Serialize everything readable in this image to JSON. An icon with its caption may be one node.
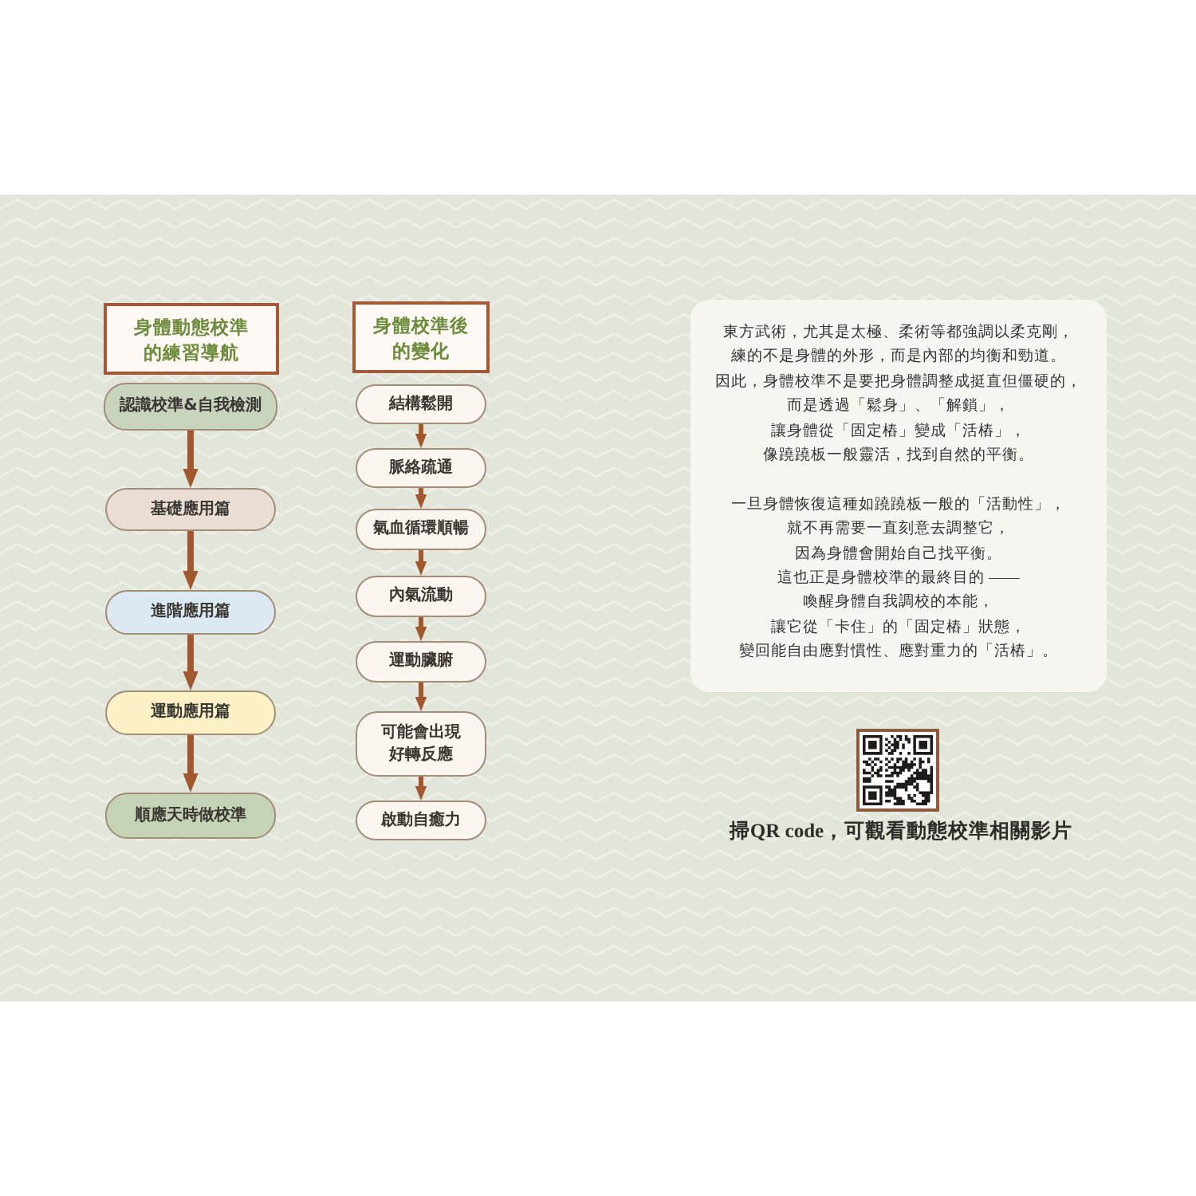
{
  "diagram": {
    "nodes": [
      {
        "text": [
          "身體動態校準的練習導航"
        ]
      },
      {
        "text": [
          "認識校準&自我檢測"
        ]
      },
      {
        "text": [
          "基礎應用篇"
        ]
      },
      {
        "text": [
          "進階應用篇"
        ]
      },
      {
        "text": [
          "運動應用篇"
        ]
      },
      {
        "text": [
          "順應天時做校準"
        ]
      },
      {
        "text": [
          "身體校準後的變化"
        ]
      },
      {
        "text": [
          "結構鬆開"
        ]
      },
      {
        "text": [
          "脈絡疏通"
        ]
      },
      {
        "text": [
          "氣血循環順暢"
        ]
      },
      {
        "text": [
          "內氣流動"
        ]
      },
      {
        "text": [
          "運動臟腑"
        ]
      },
      {
        "text": [
          "可能會出現好轉反應"
        ]
      },
      {
        "text": [
          "啟動自癒力"
        ]
      },
      {
        "text": [
          "東方武術，尤其是太極、柔術等都強調以柔克剛，練的不是身體的外形，而是內部的均衡和勁道。因此，身體校準不是要把身體調整成挺直但僵硬的，而是透過「鬆身」、「解鎖」，讓身體從「固定樁」變成「活樁」，像蹺蹺板一般靈活，找到自然的平衡。",
          "一旦身體恢復這種如蹺蹺板一般的「活動性」，就不再需要一直刻意去調整它，因為身體會開始自己找平衡。這也正是身體校準的最終目的 ——喚醒身體自我調校的本能，讓它從「卡住」的「固定樁」狀態，變回能自由應對慣性、應對重力的「活樁」。"
        ]
      }
    ],
    "edges": [
      {
        "from": 1,
        "to": 2,
        "arrow": "to"
      },
      {
        "from": 2,
        "to": 3,
        "arrow": "to"
      },
      {
        "from": 3,
        "to": 4,
        "arrow": "to"
      },
      {
        "from": 4,
        "to": 5,
        "arrow": "to"
      },
      {
        "from": 7,
        "to": 8,
        "arrow": "to"
      },
      {
        "from": 8,
        "to": 9,
        "arrow": "to"
      },
      {
        "from": 9,
        "to": 10,
        "arrow": "to"
      },
      {
        "from": 10,
        "to": 11,
        "arrow": "to"
      },
      {
        "from": 11,
        "to": 12,
        "arrow": "to"
      },
      {
        "from": 12,
        "to": 13,
        "arrow": "to"
      }
    ],
    "labels": [
      "掃QR code，可觀看動態校準相關影片"
    ]
  }
}
